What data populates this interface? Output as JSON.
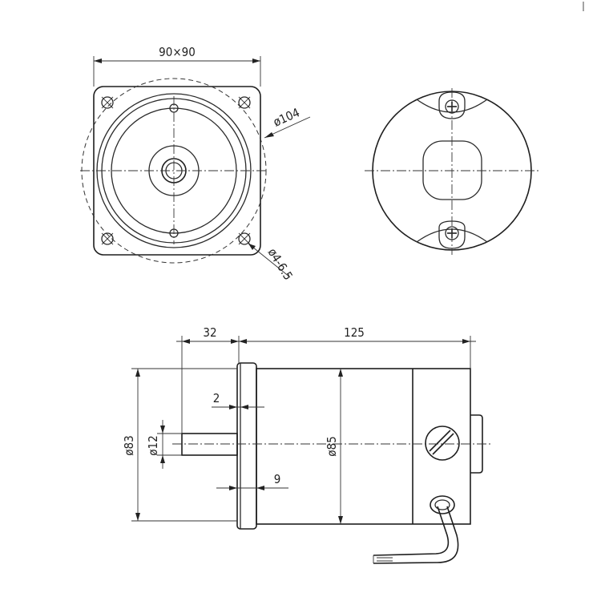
{
  "dimensions": {
    "flange_size": "90×90",
    "pilot_diameter": "ø104",
    "mount_holes": "ø4-6.5",
    "shaft_length": "32",
    "body_length": "125",
    "flange_thickness": "2",
    "flange_width": "9",
    "flange_diameter": "ø83",
    "shaft_diameter": "ø12",
    "body_diameter": "ø85"
  }
}
